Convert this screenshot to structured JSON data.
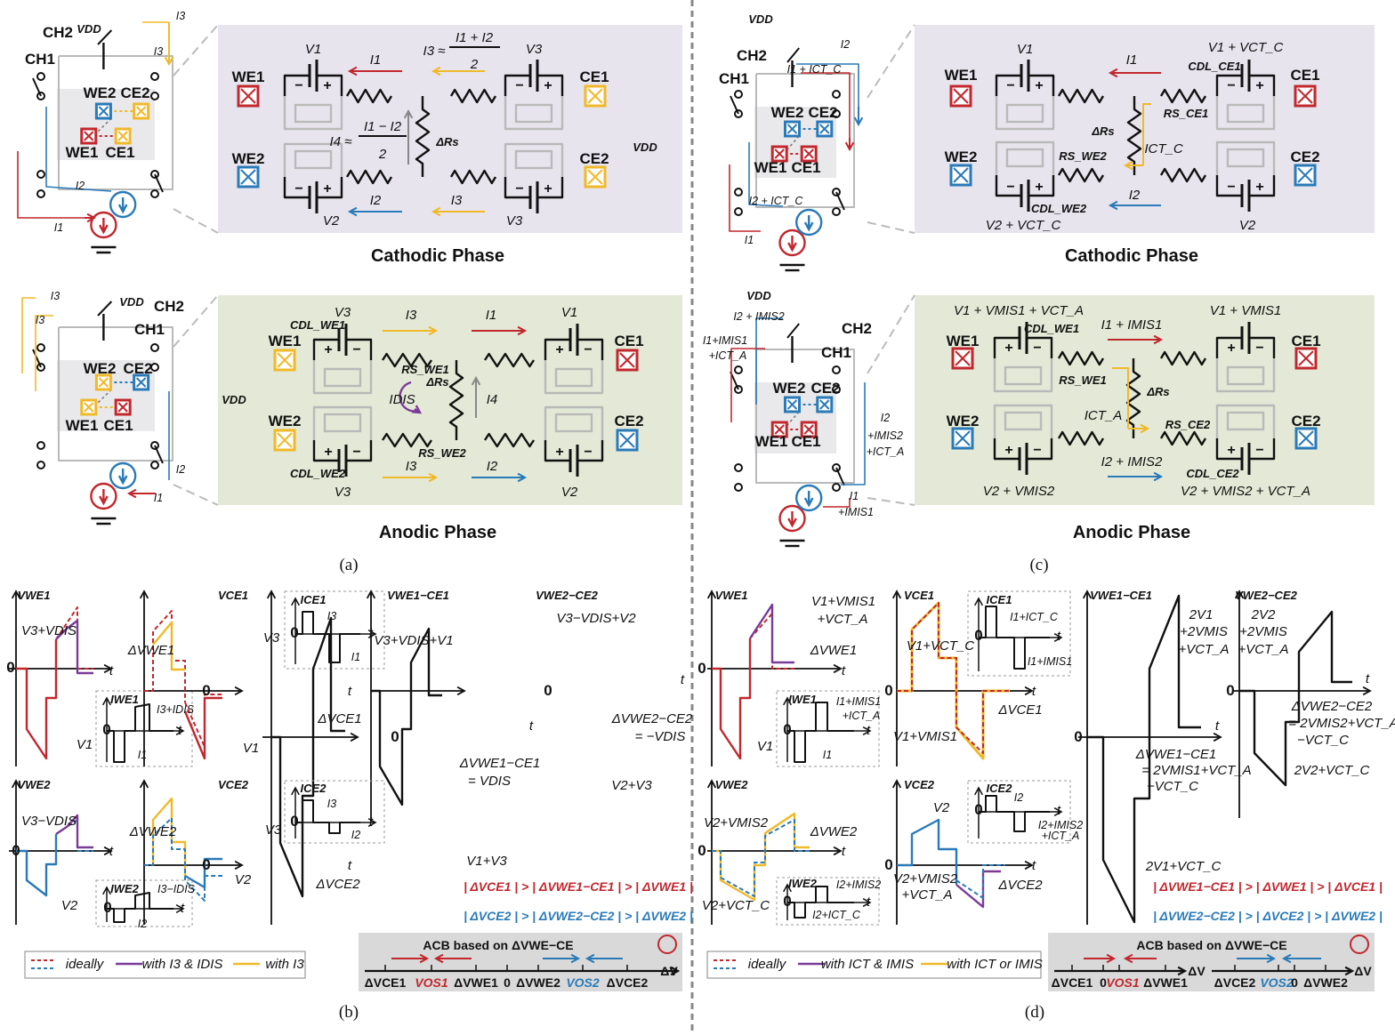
{
  "colors": {
    "red": "#c1272d",
    "blue": "#2a7ab8",
    "yellow": "#f0b929",
    "purple": "#7a3b97",
    "grey": "#b9b9b9",
    "cathodic_bg": "#e7e4ee",
    "anodic_bg": "#e3e9d6",
    "acb_bg": "#d9d9d9"
  },
  "signs": {
    "minus": "−",
    "plus": "+"
  },
  "panel_labels": {
    "a": "(a)",
    "b": "(b)",
    "c": "(c)",
    "d": "(d)"
  },
  "a": {
    "cath_sch": [
      "CH2",
      "VDD",
      "I3",
      "I3",
      "CH1",
      "WE2",
      "CE2",
      "WE1",
      "CE1",
      "I2",
      "I1"
    ],
    "cath": [
      "V1",
      "I1",
      "I3 ≈",
      "I1 + I2",
      "2",
      "V3",
      "WE1",
      "CE1",
      "I4 ≈",
      "I1 − I2",
      "2",
      "ΔRs",
      "VDD",
      "WE2",
      "CE2",
      "I2",
      "I3",
      "V2",
      "V3"
    ],
    "cath_title": "Cathodic Phase",
    "anod_sch": [
      "I3",
      "VDD",
      "CH2",
      "I3",
      "CH1",
      "WE2",
      "CE2",
      "WE1",
      "CE1",
      "I2",
      "I1"
    ],
    "anod": [
      "CDL_WE1",
      "V3",
      "I3",
      "I1",
      "V1",
      "WE1",
      "CE1",
      "RS_WE1",
      "ΔRs",
      "IDIS",
      "I4",
      "VDD",
      "WE2",
      "CE2",
      "CDL_WE2",
      "RS_WE2",
      "I3",
      "I2",
      "V3",
      "V2"
    ],
    "anod_title": "Anodic Phase"
  },
  "c": {
    "cath_sch": [
      "VDD",
      "I2",
      "CH2",
      "I1 + ICT_C",
      "CH1",
      "WE2",
      "CE2",
      "WE1",
      "CE1",
      "I2 + ICT_C",
      "I1"
    ],
    "cath": [
      "V1",
      "V1 + VCT_C",
      "I1",
      "CDL_CE1",
      "WE1",
      "CE1",
      "RS_CE1",
      "ΔRs",
      "ICT_C",
      "RS_WE2",
      "WE2",
      "CE2",
      "I2",
      "CDL_WE2",
      "V2 + VCT_C",
      "V2"
    ],
    "cath_title": "Cathodic Phase",
    "anod_sch": [
      "VDD",
      "I2 + IMIS2",
      "CH2",
      "I1+IMIS1",
      "+ICT_A",
      "CH1",
      "WE2",
      "CE2",
      "WE1",
      "CE1",
      "I2",
      "+IMIS2",
      "+ICT_A",
      "I1",
      "+IMIS1"
    ],
    "anod": [
      "V1 + VMIS1 + VCT_A",
      "V1 + VMIS1",
      "CDL_WE1",
      "I1 + IMIS1",
      "WE1",
      "CE1",
      "RS_WE1",
      "ΔRs",
      "ICT_A",
      "RS_CE2",
      "WE2",
      "CE2",
      "I2 + IMIS2",
      "CDL_CE2",
      "V2 + VMIS2",
      "V2 + VMIS2 + VCT_A"
    ],
    "anod_title": "Anodic Phase"
  },
  "b": {
    "labels": [
      "VWE1",
      "V3+VDIS",
      "ΔVWE1",
      "0",
      "t",
      "V1",
      "IWE1",
      "I3+IDIS",
      "0",
      "t",
      "I1",
      "VCE1",
      "V3",
      "ICE1",
      "I3",
      "0",
      "t",
      "I1",
      "0",
      "t",
      "ΔVCE1",
      "V1",
      "VWE1−CE1",
      "V3+VDIS+V1",
      "t",
      "0",
      "ΔVWE1−CE1",
      "= VDIS",
      "V1+V3",
      "VWE2−CE2",
      "V3−VDIS+V2",
      "t",
      "0",
      "ΔVWE2−CE2",
      "= −VDIS",
      "V2+V3",
      "VWE2",
      "V3−VDIS",
      "ΔVWE2",
      "0",
      "t",
      "V2",
      "IWE2",
      "I3−IDIS",
      "0",
      "t",
      "I2",
      "VCE2",
      "V3",
      "ICE2",
      "I3",
      "0",
      "t",
      "I2",
      "0",
      "t",
      "V2",
      "ΔVCE2"
    ],
    "rel_red": "| ΔVCE1 | > | ΔVWE1−CE1 | > | ΔVWE1 |",
    "rel_blue": "| ΔVCE2 | > | ΔVWE2−CE2 | > | ΔVWE2 |",
    "acb_title": "ACB based on ΔVWE−CE",
    "acb_axis": [
      "ΔVCE1",
      "VOS1",
      "ΔVWE1",
      "0",
      "ΔVWE2",
      "VOS2",
      "ΔVCE2",
      "ΔV"
    ],
    "legend": [
      "ideally",
      "with I3 & IDIS",
      "with I3"
    ]
  },
  "d": {
    "labels": [
      "VWE1",
      "V1+VMIS1",
      "+VCT_A",
      "ΔVWE1",
      "t",
      "0",
      "V1",
      "IWE1",
      "I1+IMIS1",
      "+ICT_A",
      "0",
      "t",
      "I1",
      "VCE1",
      "ICE1",
      "I1+ICT_C",
      "0",
      "t",
      "I1+IMIS1",
      "V1+VCT_C",
      "0",
      "t",
      "ΔVCE1",
      "V1+VMIS1",
      "VWE1−CE1",
      "2V1",
      "+2VMIS",
      "+VCT_A",
      "t",
      "0",
      "ΔVWE1−CE1",
      "= 2VMIS1+VCT_A",
      "−VCT_C",
      "2V1+VCT_C",
      "VWE2−CE2",
      "2V2",
      "+2VMIS",
      "+VCT_A",
      "t",
      "0",
      "ΔVWE2−CE2",
      "= 2VMIS2+VCT_A",
      "−VCT_C",
      "2V2+VCT_C",
      "VWE2",
      "V2+VMIS2",
      "ΔVWE2",
      "t",
      "0",
      "V2+VCT_C",
      "IWE2",
      "I2+IMIS2",
      "0",
      "t",
      "I2+ICT_C",
      "VCE2",
      "V2",
      "ICE2",
      "I2",
      "0",
      "t",
      "I2+IMIS2",
      "+ICT_A",
      "0",
      "t",
      "V2+VMIS2",
      "+VCT_A",
      "ΔVCE2"
    ],
    "rel_red": "| ΔVWE1−CE1 | > | ΔVWE1 | > | ΔVCE1 |",
    "rel_blue": "| ΔVWE2−CE2 | > | ΔVCE2 | > | ΔVWE2 |",
    "acb_title": "ACB based on ΔVWE−CE",
    "acb_axis": [
      "ΔVCE1",
      "0",
      "VOS1",
      "ΔVWE1",
      "ΔV",
      "ΔVCE2",
      "VOS2",
      "0",
      "ΔVWE2",
      "ΔV"
    ],
    "legend": [
      "ideally",
      "with ICT & IMIS",
      "with ICT or IMIS"
    ]
  }
}
